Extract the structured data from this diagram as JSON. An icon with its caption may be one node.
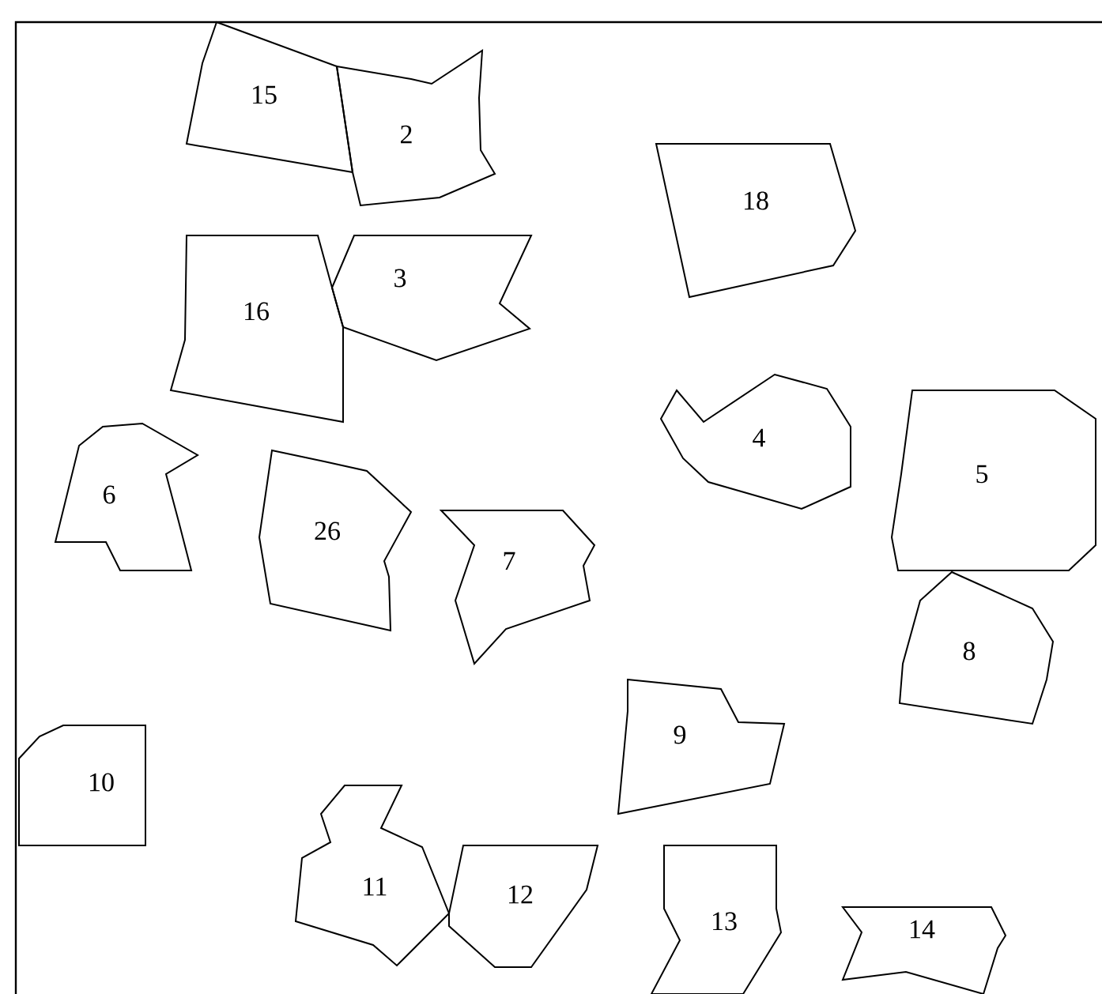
{
  "diagram": {
    "nodes": [
      {
        "text": [
          "15"
        ]
      },
      {
        "text": [
          "2"
        ]
      },
      {
        "text": [
          "18"
        ]
      },
      {
        "text": [
          "16"
        ]
      },
      {
        "text": [
          "3"
        ]
      },
      {
        "text": [
          "4"
        ]
      },
      {
        "text": [
          "5"
        ]
      },
      {
        "text": [
          "6"
        ]
      },
      {
        "text": [
          "26"
        ]
      },
      {
        "text": [
          "7"
        ]
      },
      {
        "text": [
          "8"
        ]
      },
      {
        "text": [
          "9"
        ]
      },
      {
        "text": [
          "10"
        ]
      },
      {
        "text": [
          "11"
        ]
      },
      {
        "text": [
          "12"
        ]
      },
      {
        "text": [
          "13"
        ]
      },
      {
        "text": [
          "14"
        ]
      }
    ]
  }
}
